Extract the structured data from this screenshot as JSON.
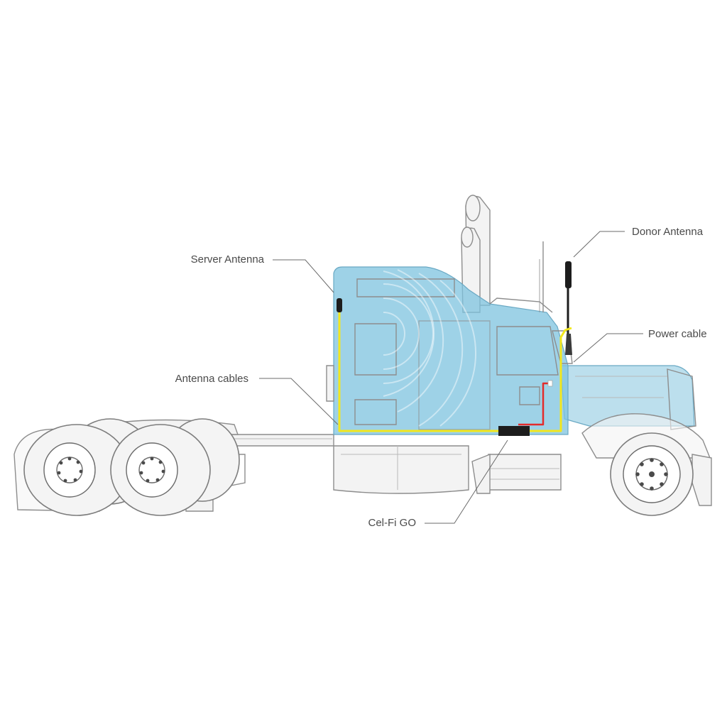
{
  "labels": {
    "donor_antenna": "Donor Antenna",
    "server_antenna": "Server Antenna",
    "power_cable": "Power cable",
    "antenna_cables": "Antenna cables",
    "cel_fi_go": "Cel-Fi GO"
  },
  "colors": {
    "cab_blue": "#7ec3df",
    "cable_yellow": "#f2e71c",
    "cable_red": "#e32b2b",
    "device_black": "#1d1d1d",
    "label_gray": "#4a4a4a"
  }
}
